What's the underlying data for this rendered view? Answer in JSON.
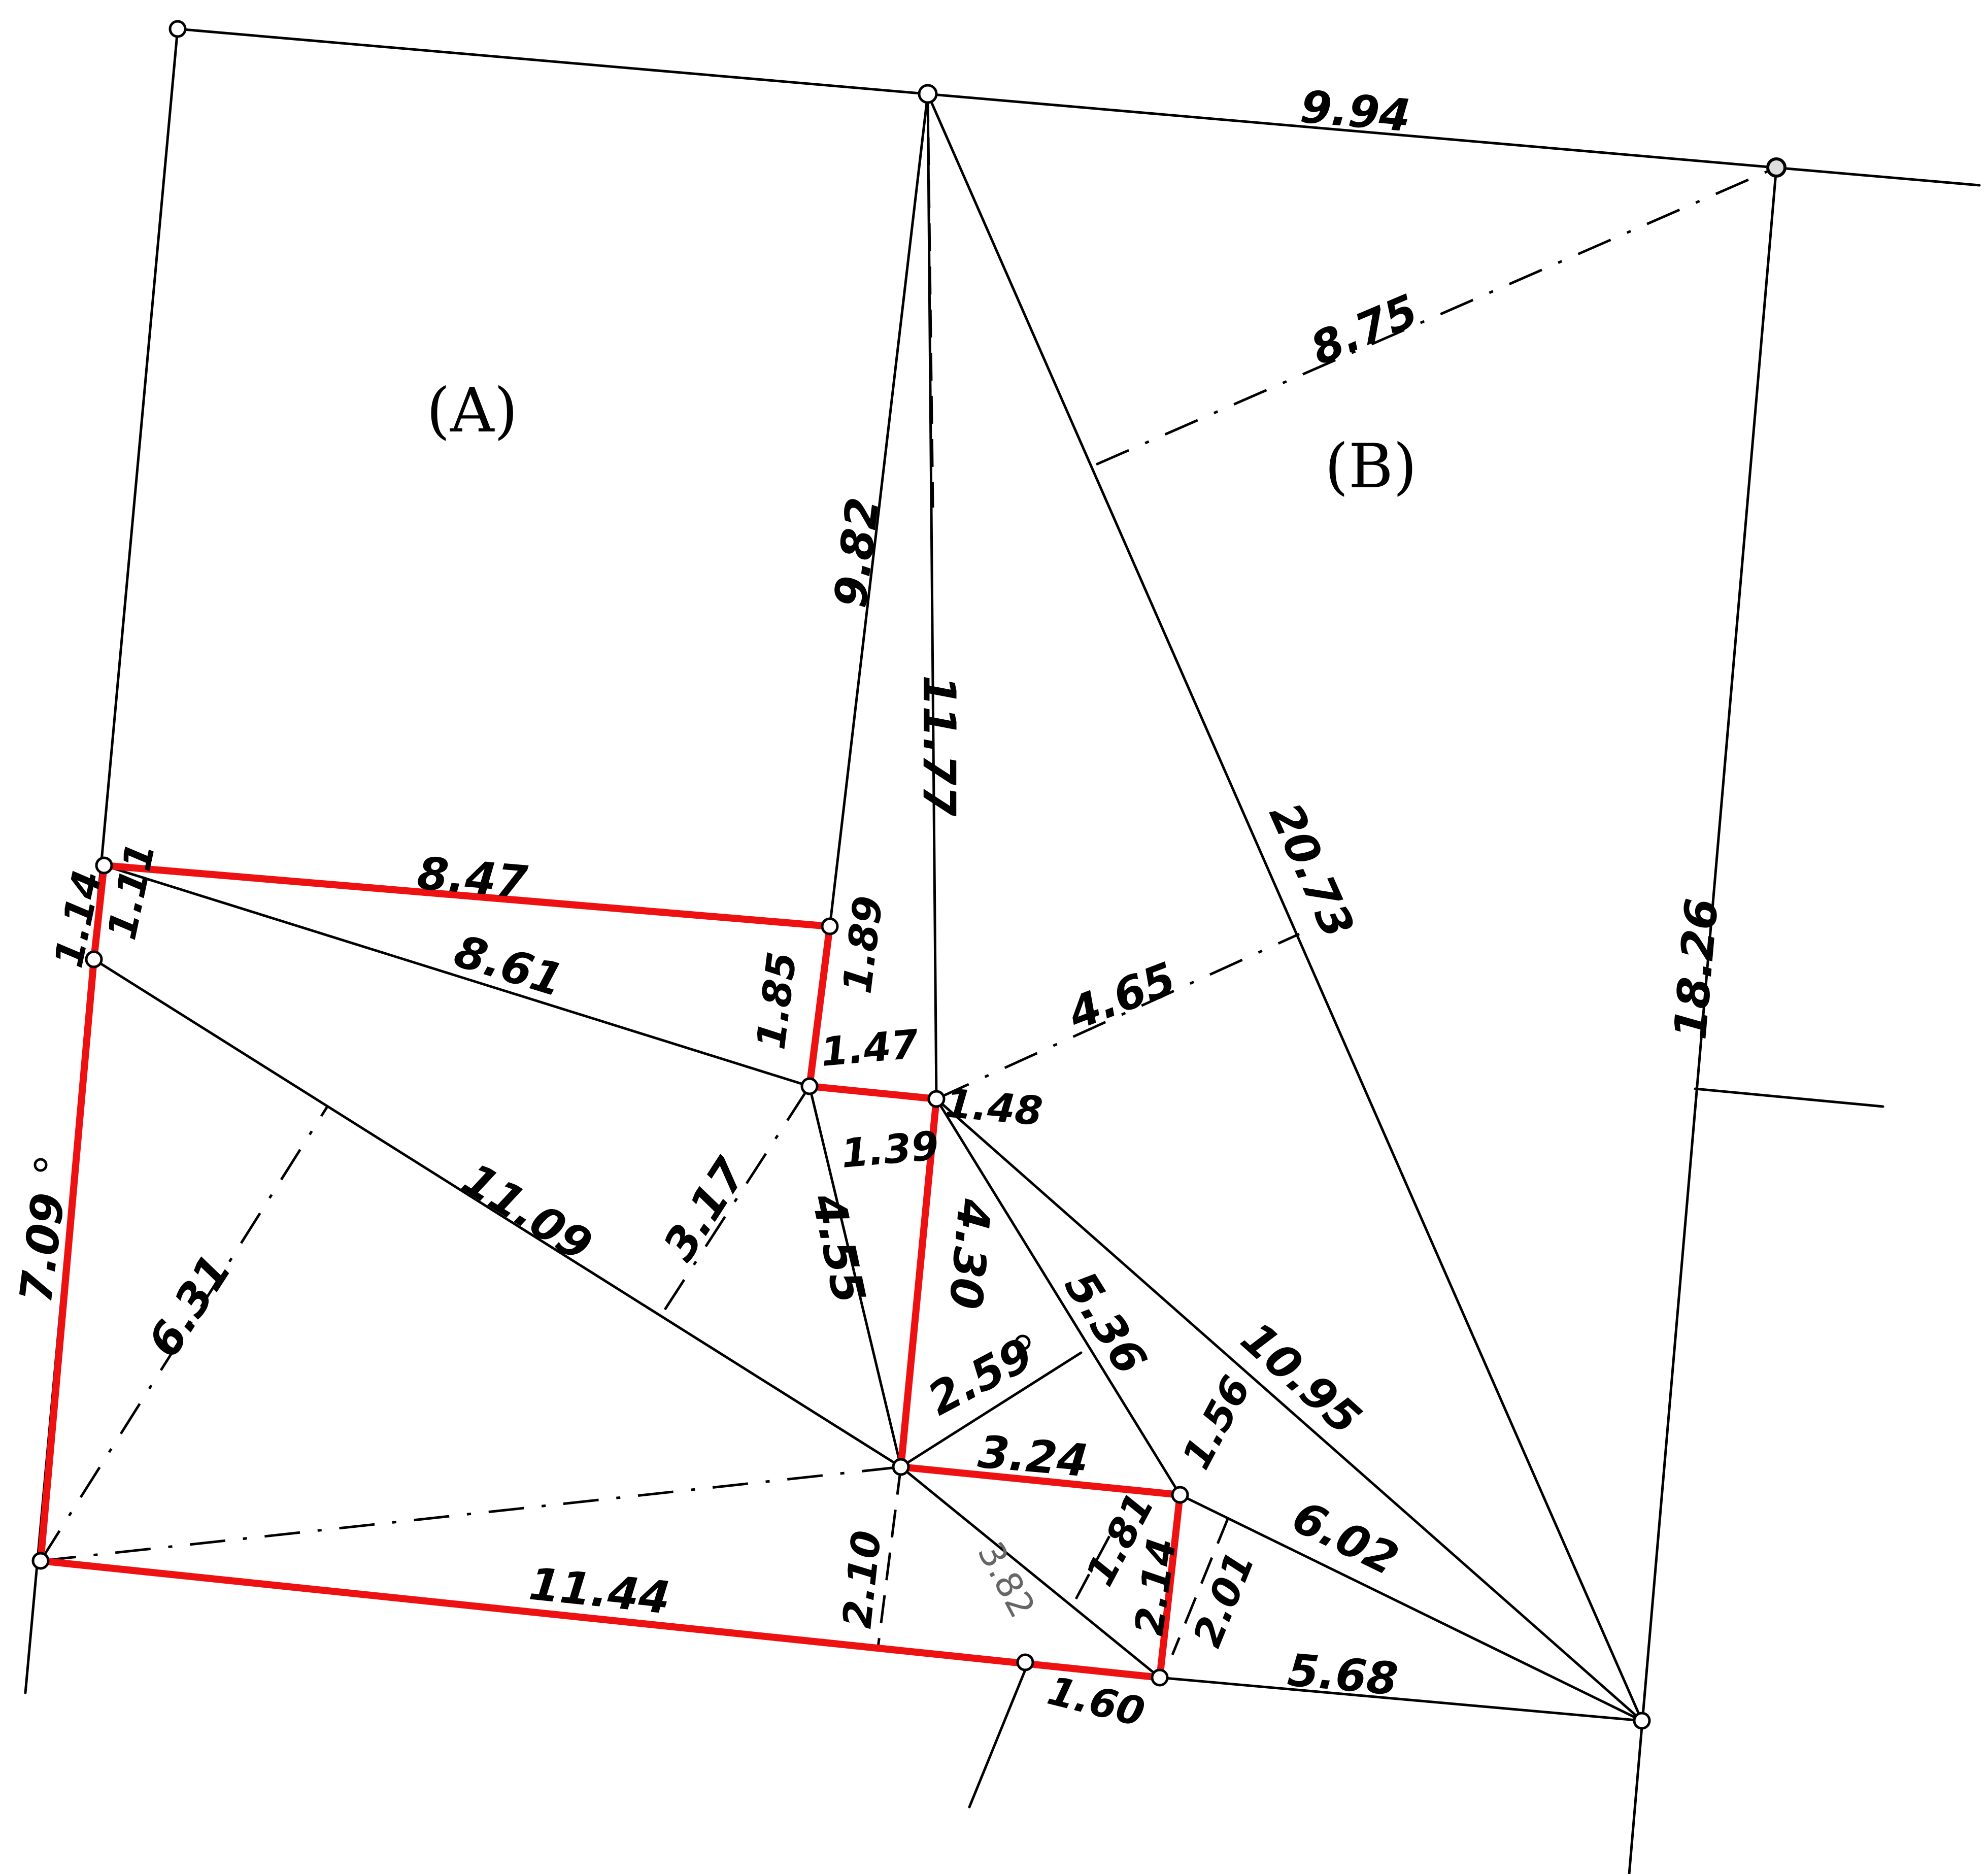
{
  "parcels": [
    {
      "id": "A",
      "label": "(A)"
    },
    {
      "id": "B",
      "label": "(B)"
    }
  ],
  "dimensions": {
    "d994": "9.94",
    "d875": "8.75",
    "d982": "9.82",
    "d1177": "11.77",
    "d2073": "20.73",
    "d1826": "18.26",
    "d847": "8.47",
    "d861": "8.61",
    "d114": "1.14",
    "d111": "1.11",
    "d185": "1.85",
    "d189": "1.89",
    "d147": "1.47",
    "d465": "4.65",
    "d148": "1.48",
    "d139": "1.39",
    "d709": "7.09",
    "d631": "6.31",
    "d1109": "11.09",
    "d317": "3.17",
    "d455": "4.55",
    "d430": "4.30",
    "d536": "5.36",
    "d1095": "10.95",
    "d259": "2.59",
    "d324": "3.24",
    "d156": "1.56",
    "d181": "1.81",
    "d382": "3.82",
    "d214": "2.14",
    "d201": "2.01",
    "d602": "6.02",
    "d1144": "11.44",
    "d210": "2.10",
    "d160": "1.60",
    "d568": "5.68"
  },
  "colors": {
    "highlight": "#ee1111",
    "linework": "#000000",
    "background": "#ffffff"
  }
}
